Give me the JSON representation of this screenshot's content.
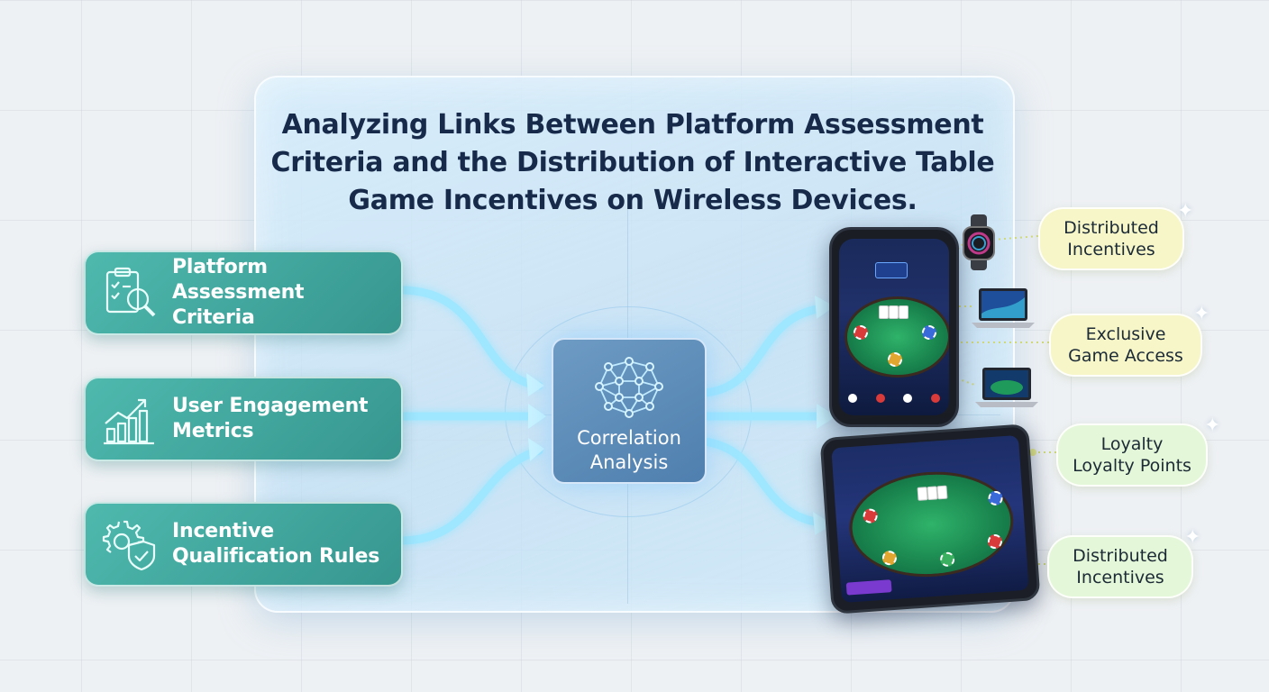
{
  "title": "Analyzing Links Between Platform Assessment Criteria and the Distribution of Interactive Table Game Incentives on Wireless Devices.",
  "inputs": [
    {
      "label": "Platform Assessment\nCriteria",
      "icon": "clipboard-magnifier-icon"
    },
    {
      "label": "User Engagement\nMetrics",
      "icon": "bar-chart-trend-icon"
    },
    {
      "label": "Incentive\nQualification Rules",
      "icon": "gear-shield-check-icon"
    }
  ],
  "center": {
    "label": "Correlation\nAnalysis",
    "icon": "neural-network-icon"
  },
  "outputs": [
    {
      "label": "Distributed\nIncentives",
      "style": "yellow"
    },
    {
      "label": "Exclusive\nGame Access",
      "style": "yellow"
    },
    {
      "label": "Loyalty\nLoyalty Points",
      "style": "green"
    },
    {
      "label": "Distributed\nIncentives",
      "style": "green"
    }
  ],
  "devices": [
    "smartwatch-icon",
    "laptop-icon",
    "laptop-icon",
    "smartphone-icon",
    "tablet-icon"
  ],
  "colors": {
    "accent_teal": "#3fa89f",
    "flow_glow": "#9fe6ff",
    "title": "#172a4a",
    "center_box": "#5d8dba"
  }
}
